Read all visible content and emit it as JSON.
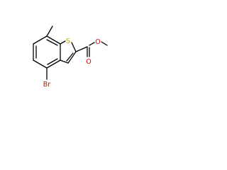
{
  "molecule": {
    "atoms": {
      "sulfur": {
        "label": "S",
        "color": "#c8a800"
      },
      "bromine": {
        "label": "Br",
        "color": "#8b2a0a"
      },
      "carbonyl_oxygen": {
        "label": "O",
        "color": "#e00000"
      },
      "ester_oxygen": {
        "label": "O",
        "color": "#e00000"
      }
    },
    "bond_color": "#000000"
  }
}
